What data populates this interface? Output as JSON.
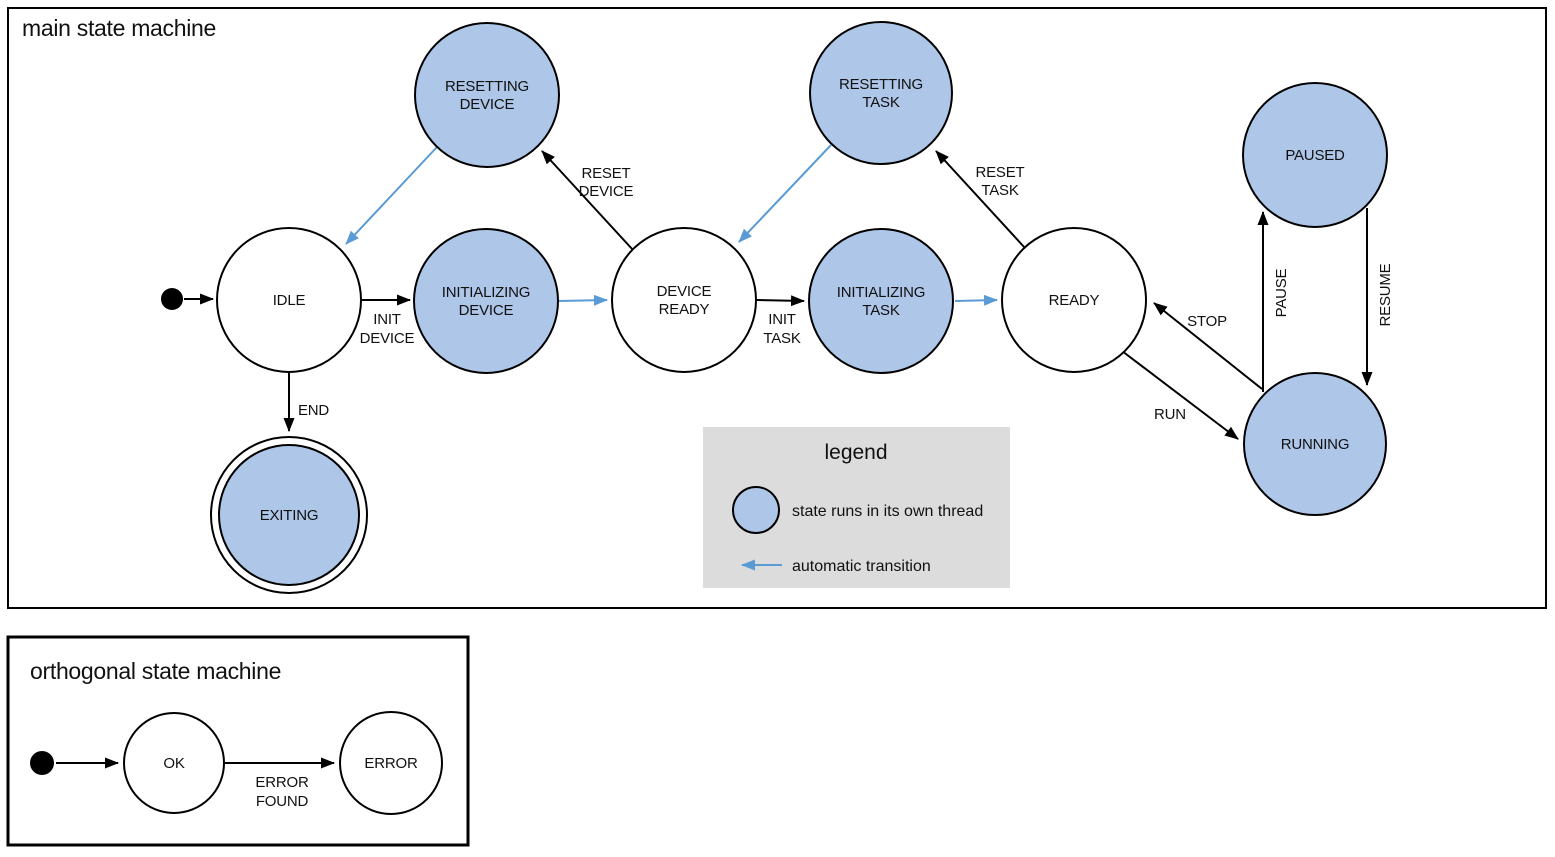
{
  "colors": {
    "thread_fill": "#aec6e8",
    "auto_transition": "#5b9bd5",
    "legend_bg": "#dcdcdc",
    "line": "#000000"
  },
  "main": {
    "title": "main state machine",
    "states": {
      "idle": {
        "label": "IDLE"
      },
      "resetting_device": {
        "line1": "RESETTING",
        "line2": "DEVICE"
      },
      "initializing_device": {
        "line1": "INITIALIZING",
        "line2": "DEVICE"
      },
      "device_ready": {
        "line1": "DEVICE",
        "line2": "READY"
      },
      "resetting_task": {
        "line1": "RESETTING",
        "line2": "TASK"
      },
      "initializing_task": {
        "line1": "INITIALIZING",
        "line2": "TASK"
      },
      "ready": {
        "label": "READY"
      },
      "paused": {
        "label": "PAUSED"
      },
      "running": {
        "label": "RUNNING"
      },
      "exiting": {
        "label": "EXITING"
      }
    },
    "transitions": {
      "init_device": {
        "line1": "INIT",
        "line2": "DEVICE"
      },
      "reset_device": {
        "line1": "RESET",
        "line2": "DEVICE"
      },
      "init_task": {
        "line1": "INIT",
        "line2": "TASK"
      },
      "reset_task": {
        "line1": "RESET",
        "line2": "TASK"
      },
      "end": {
        "label": "END"
      },
      "run": {
        "label": "RUN"
      },
      "stop": {
        "label": "STOP"
      },
      "pause": {
        "label": "PAUSE"
      },
      "resume": {
        "label": "RESUME"
      }
    }
  },
  "legend": {
    "title": "legend",
    "thread_item": "state runs in its own thread",
    "auto_item": "automatic transition"
  },
  "orthogonal": {
    "title": "orthogonal state machine",
    "states": {
      "ok": {
        "label": "OK"
      },
      "error": {
        "label": "ERROR"
      }
    },
    "transitions": {
      "error_found": {
        "line1": "ERROR",
        "line2": "FOUND"
      }
    }
  }
}
